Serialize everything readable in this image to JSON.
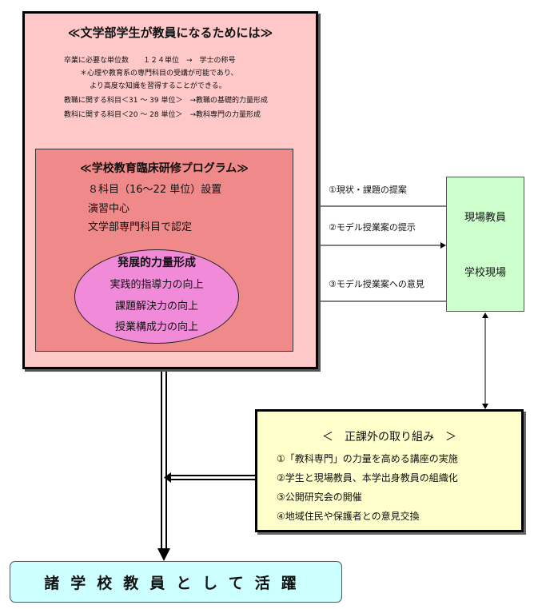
{
  "main": {
    "title": "≪文学部学生が教員になるためには≫",
    "requirements": [
      "卒業に必要な単位数　　１２４単位　→　学士の称号",
      "＊心理や教育系の専門科目の受講が可能であり、",
      "より高度な知識を習得することができる。",
      "教職に関する科目＜31 ～ 39 単位＞　→教職の基礎的力量形成",
      "教科に関する科目＜20 ～ 28 単位＞　→教科専門の力量形成"
    ]
  },
  "program": {
    "title": "≪学校教育臨床研修プログラム≫",
    "lines": [
      "８科目（16～22 単位）設置",
      "演習中心",
      "文学部専門科目で認定"
    ],
    "development": {
      "title": "発展的力量形成",
      "items": [
        "実践的指導力の向上",
        "課題解決力の向上",
        "授業構成力の向上"
      ]
    }
  },
  "site": {
    "labels": [
      "現場教員",
      "学校現場"
    ]
  },
  "flows": [
    "①現状・課題の提案",
    "②モデル授業案の提示",
    "③モデル授業案への意見"
  ],
  "extracurricular": {
    "title": "＜　正課外の取り組み　＞",
    "items": [
      "①「教科専門」の力量を高める講座の実施",
      "②学生と現場教員、本学出身教員の組織化",
      "③公開研究会の開催",
      "④地域住民や保護者との意見交換"
    ]
  },
  "final": {
    "text": "諸学校教員として活躍"
  }
}
